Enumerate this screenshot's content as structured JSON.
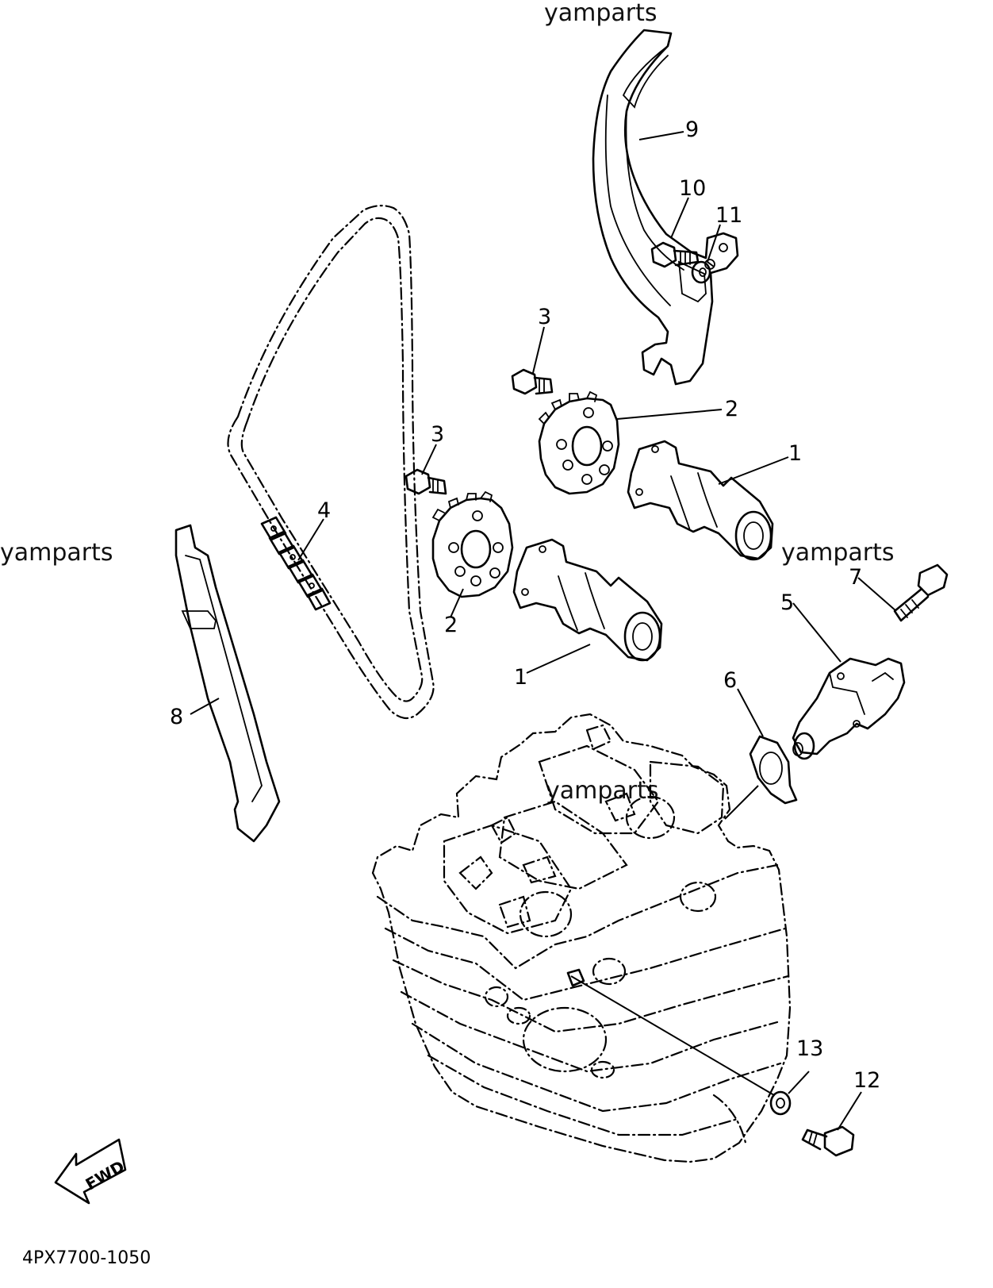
{
  "watermark": {
    "top": "yamparts",
    "left": "yamparts",
    "right": "yamparts",
    "center": "yamparts"
  },
  "drawing_code": "4PX7700-1050",
  "fwd_label": "FWD",
  "callouts": {
    "c1a": "1",
    "c1b": "1",
    "c2a": "2",
    "c2b": "2",
    "c3a": "3",
    "c3b": "3",
    "c4": "4",
    "c5": "5",
    "c6": "6",
    "c7": "7",
    "c8": "8",
    "c9": "9",
    "c10": "10",
    "c11": "11",
    "c12": "12",
    "c13": "13"
  }
}
